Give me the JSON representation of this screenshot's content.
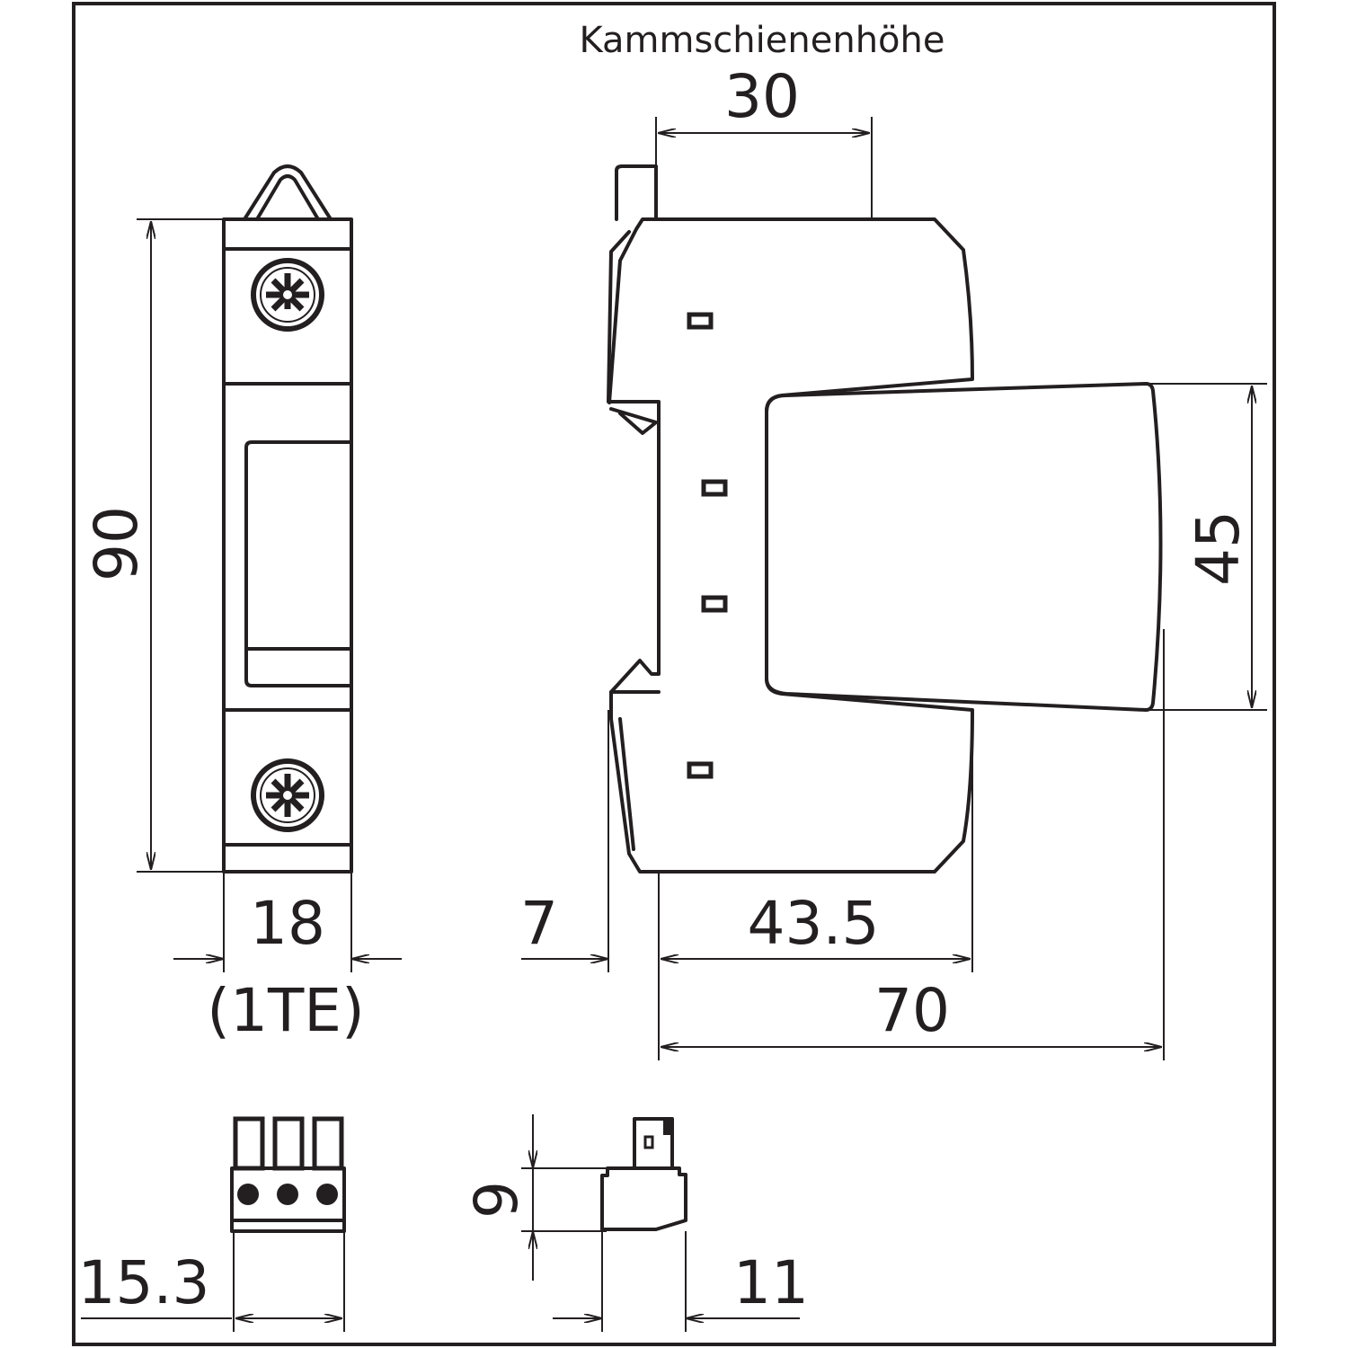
{
  "title": "Kammschienenhöhe",
  "dimensions": {
    "comb_height": "30",
    "height": "90",
    "width": "18",
    "width_units": "(1TE)",
    "rail_offset": "7",
    "depth_body": "43.5",
    "depth_total": "70",
    "front_height": "45",
    "connector_width": "15.3",
    "connector_height": "9",
    "connector_depth": "11"
  },
  "colors": {
    "line": "#231f20",
    "background": "#ffffff"
  }
}
